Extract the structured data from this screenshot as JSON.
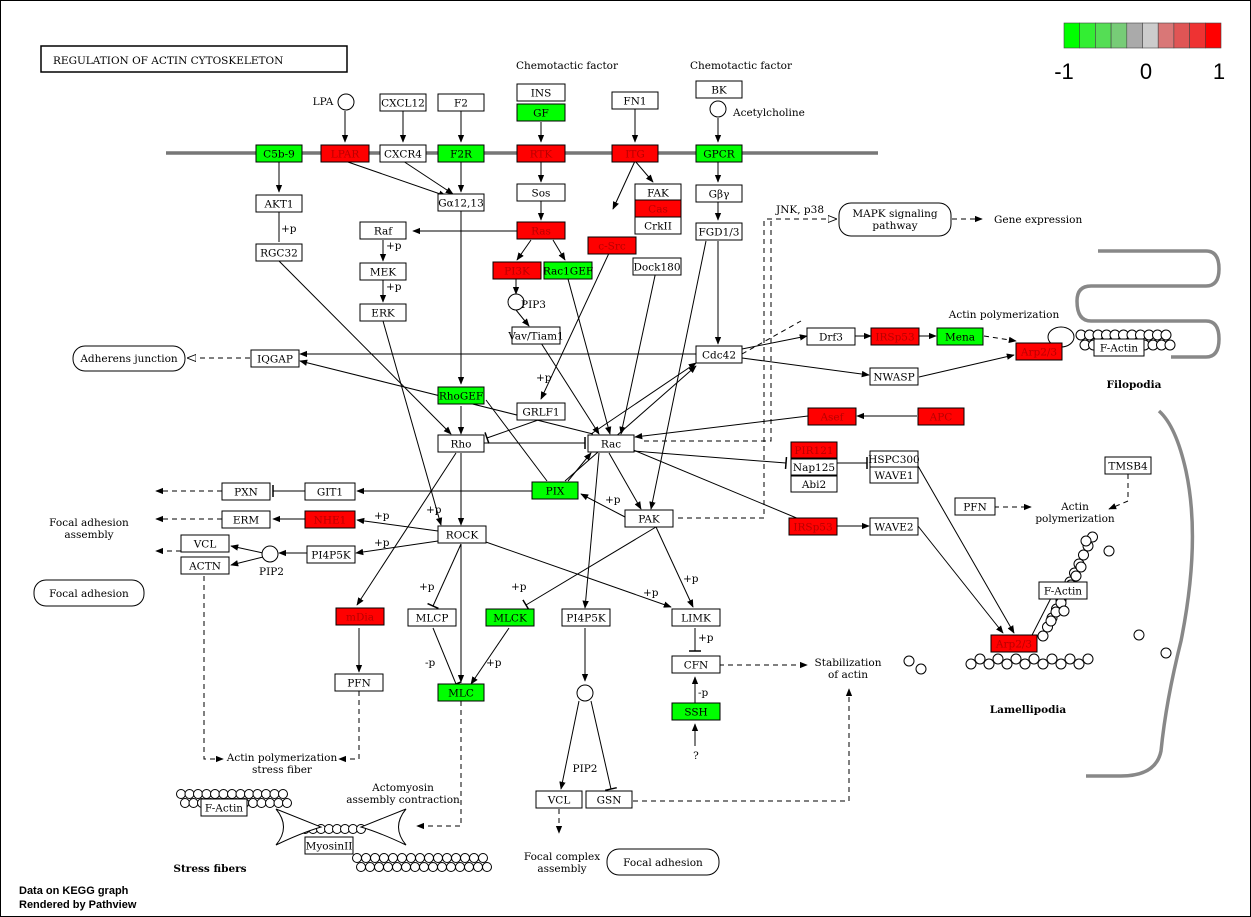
{
  "title": "REGULATION OF ACTIN CYTOSKELETON",
  "colors": {
    "up": "#ff0000",
    "down": "#00ff00",
    "neutral": "#ffffff"
  },
  "legend": {
    "colors": [
      "#00ff00",
      "#33ee33",
      "#55dd55",
      "#77cc77",
      "#aaaaaa",
      "#cccccc",
      "#d97777",
      "#e05555",
      "#ee3333",
      "#ff0000"
    ],
    "labels": [
      "-1",
      "0",
      "1"
    ]
  },
  "genes": [
    {
      "id": "c5b9",
      "label": "C5b-9",
      "color": "#00ff00"
    },
    {
      "id": "lpar",
      "label": "LPAR",
      "color": "#ff0000"
    },
    {
      "id": "cxcr4",
      "label": "CXCR4",
      "color": "#ffffff"
    },
    {
      "id": "f2r",
      "label": "F2R",
      "color": "#00ff00"
    },
    {
      "id": "rtk",
      "label": "RTK",
      "color": "#ff0000"
    },
    {
      "id": "itg",
      "label": "ITG",
      "color": "#ff0000"
    },
    {
      "id": "gpcr",
      "label": "GPCR",
      "color": "#00ff00"
    },
    {
      "id": "cxcl12",
      "label": "CXCL12",
      "color": "#ffffff"
    },
    {
      "id": "f2",
      "label": "F2",
      "color": "#ffffff"
    },
    {
      "id": "ins",
      "label": "INS",
      "color": "#ffffff"
    },
    {
      "id": "gf",
      "label": "GF",
      "color": "#00ff00"
    },
    {
      "id": "fn1",
      "label": "FN1",
      "color": "#ffffff"
    },
    {
      "id": "bk",
      "label": "BK",
      "color": "#ffffff"
    },
    {
      "id": "akt1",
      "label": "AKT1",
      "color": "#ffffff"
    },
    {
      "id": "rgc32",
      "label": "RGC32",
      "color": "#ffffff"
    },
    {
      "id": "ga1213",
      "label": "Gα12,13",
      "color": "#ffffff"
    },
    {
      "id": "sos",
      "label": "Sos",
      "color": "#ffffff"
    },
    {
      "id": "ras",
      "label": "Ras",
      "color": "#ff0000"
    },
    {
      "id": "fak",
      "label": "FAK",
      "color": "#ffffff"
    },
    {
      "id": "cas",
      "label": "Cas",
      "color": "#ff0000"
    },
    {
      "id": "crkii",
      "label": "CrkII",
      "color": "#ffffff"
    },
    {
      "id": "gby",
      "label": "Gβγ",
      "color": "#ffffff"
    },
    {
      "id": "fgd13",
      "label": "FGD1/3",
      "color": "#ffffff"
    },
    {
      "id": "raf",
      "label": "Raf",
      "color": "#ffffff"
    },
    {
      "id": "mek",
      "label": "MEK",
      "color": "#ffffff"
    },
    {
      "id": "erk",
      "label": "ERK",
      "color": "#ffffff"
    },
    {
      "id": "csrc",
      "label": "c-Src",
      "color": "#ff0000"
    },
    {
      "id": "pi3k",
      "label": "PI3K",
      "color": "#ff0000"
    },
    {
      "id": "rac1gef",
      "label": "Rac1GEF",
      "color": "#00ff00"
    },
    {
      "id": "dock180",
      "label": "Dock180",
      "color": "#ffffff"
    },
    {
      "id": "vavtiam1",
      "label": "Vav/Tiam1",
      "color": "#ffffff"
    },
    {
      "id": "cdc42",
      "label": "Cdc42",
      "color": "#ffffff"
    },
    {
      "id": "drf3",
      "label": "Drf3",
      "color": "#ffffff"
    },
    {
      "id": "irsp53a",
      "label": "IRSp53",
      "color": "#ff0000"
    },
    {
      "id": "mena",
      "label": "Mena",
      "color": "#00ff00"
    },
    {
      "id": "arp23a",
      "label": "Arp2/3",
      "color": "#ff0000"
    },
    {
      "id": "nwasp",
      "label": "NWASP",
      "color": "#ffffff"
    },
    {
      "id": "iqgap",
      "label": "IQGAP",
      "color": "#ffffff"
    },
    {
      "id": "rhogef",
      "label": "RhoGEF",
      "color": "#00ff00"
    },
    {
      "id": "grlf1",
      "label": "GRLF1",
      "color": "#ffffff"
    },
    {
      "id": "rho",
      "label": "Rho",
      "color": "#ffffff"
    },
    {
      "id": "rac",
      "label": "Rac",
      "color": "#ffffff"
    },
    {
      "id": "asef",
      "label": "Asef",
      "color": "#ff0000"
    },
    {
      "id": "apc",
      "label": "APC",
      "color": "#ff0000"
    },
    {
      "id": "pir121",
      "label": "PIR121",
      "color": "#ff0000"
    },
    {
      "id": "nap125",
      "label": "Nap125",
      "color": "#ffffff"
    },
    {
      "id": "abi2",
      "label": "Abi2",
      "color": "#ffffff"
    },
    {
      "id": "hspc300",
      "label": "HSPC300",
      "color": "#ffffff"
    },
    {
      "id": "wave1",
      "label": "WAVE1",
      "color": "#ffffff"
    },
    {
      "id": "tmsb4",
      "label": "TMSB4",
      "color": "#ffffff"
    },
    {
      "id": "pxn",
      "label": "PXN",
      "color": "#ffffff"
    },
    {
      "id": "git1",
      "label": "GIT1",
      "color": "#ffffff"
    },
    {
      "id": "pix",
      "label": "PIX",
      "color": "#00ff00"
    },
    {
      "id": "erm",
      "label": "ERM",
      "color": "#ffffff"
    },
    {
      "id": "nhe1",
      "label": "NHE1",
      "color": "#ff0000"
    },
    {
      "id": "pak",
      "label": "PAK",
      "color": "#ffffff"
    },
    {
      "id": "irsp53b",
      "label": "IRSp53",
      "color": "#ff0000"
    },
    {
      "id": "wave2",
      "label": "WAVE2",
      "color": "#ffffff"
    },
    {
      "id": "pfna",
      "label": "PFN",
      "color": "#ffffff"
    },
    {
      "id": "vcla",
      "label": "VCL",
      "color": "#ffffff"
    },
    {
      "id": "actn",
      "label": "ACTN",
      "color": "#ffffff"
    },
    {
      "id": "pi4p5ka",
      "label": "PI4P5K",
      "color": "#ffffff"
    },
    {
      "id": "rock",
      "label": "ROCK",
      "color": "#ffffff"
    },
    {
      "id": "mdia",
      "label": "mDia",
      "color": "#ff0000"
    },
    {
      "id": "mlcp",
      "label": "MLCP",
      "color": "#ffffff"
    },
    {
      "id": "mlck",
      "label": "MLCK",
      "color": "#00ff00"
    },
    {
      "id": "pi4p5kb",
      "label": "PI4P5K",
      "color": "#ffffff"
    },
    {
      "id": "limk",
      "label": "LIMK",
      "color": "#ffffff"
    },
    {
      "id": "arp23b",
      "label": "Arp2/3",
      "color": "#ff0000"
    },
    {
      "id": "factinb",
      "label": "F-Actin",
      "color": "#ffffff"
    },
    {
      "id": "cfn",
      "label": "CFN",
      "color": "#ffffff"
    },
    {
      "id": "ssh",
      "label": "SSH",
      "color": "#00ff00"
    },
    {
      "id": "pfnb",
      "label": "PFN",
      "color": "#ffffff"
    },
    {
      "id": "mlc",
      "label": "MLC",
      "color": "#00ff00"
    },
    {
      "id": "vclb",
      "label": "VCL",
      "color": "#ffffff"
    },
    {
      "id": "gsn",
      "label": "GSN",
      "color": "#ffffff"
    },
    {
      "id": "factina",
      "label": "F-Actin",
      "color": "#ffffff"
    },
    {
      "id": "factinc",
      "label": "F-Actin",
      "color": "#ffffff"
    },
    {
      "id": "myosinii",
      "label": "MyosinII",
      "color": "#ffffff"
    }
  ],
  "labels": {
    "lpa": "LPA",
    "chemo1": "Chemotactic factor",
    "chemo2": "Chemotactic factor",
    "acetylcholine": "Acetylcholine",
    "jnk": "JNK, p38",
    "mapk1": "MAPK signaling",
    "mapk2": "pathway",
    "gene_expr": "Gene expression",
    "pip3": "PIP3",
    "adherens": "Adherens junction",
    "actin_poly_top": "Actin polymerization",
    "filopodia": "Filopodia",
    "focal_adh_assembly1": "Focal adhesion",
    "focal_adh_assembly2": "assembly",
    "focal_adhesion_left": "Focal adhesion",
    "pip2_left": "PIP2",
    "actin_poly_right1": "Actin",
    "actin_poly_right2": "polymerization",
    "stab1": "Stabilization",
    "stab2": "of actin",
    "lamellipodia": "Lamellipodia",
    "pip2_mid": "PIP2",
    "actin_stress1": "Actin polymerization",
    "actin_stress2": "stress fiber",
    "actomyosin1": "Actomyosin",
    "actomyosin2": "assembly contraction",
    "stress_fibers": "Stress fibers",
    "focal_complex1": "Focal complex",
    "focal_complex2": "assembly",
    "focal_adhesion_bottom": "Focal adhesion",
    "question": "?",
    "p_plus": "+p",
    "p_minus": "-p"
  },
  "footer": {
    "line1": "Data on KEGG graph",
    "line2": "Rendered by Pathview"
  }
}
